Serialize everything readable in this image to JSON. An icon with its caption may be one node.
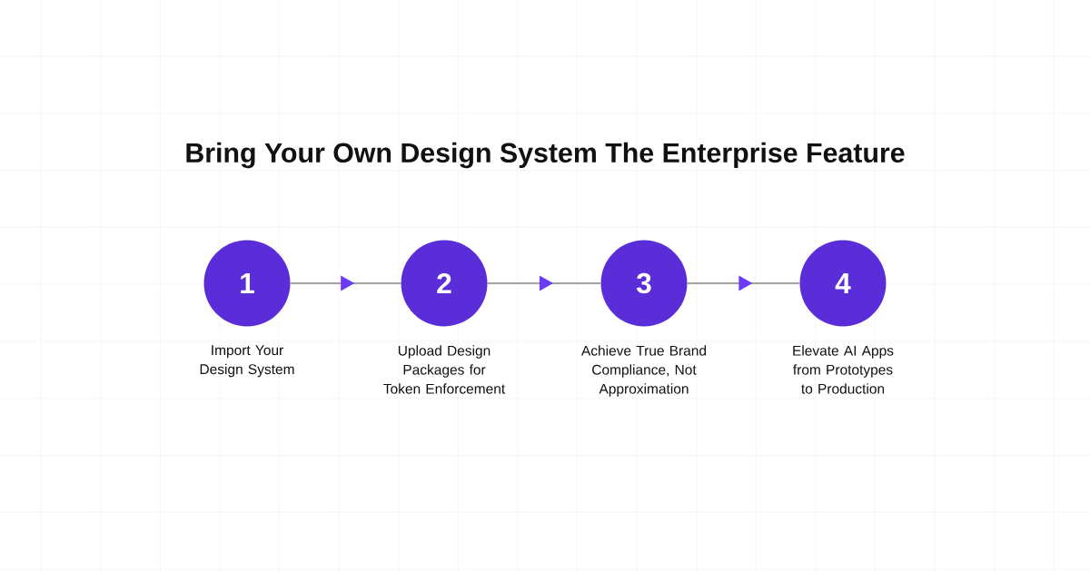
{
  "diagram": {
    "title": "Bring Your Own Design System The Enterprise Feature",
    "nodes": [
      {
        "text": [
          "1"
        ],
        "beside": [
          "Import Your Design System"
        ]
      },
      {
        "text": [
          "2"
        ],
        "beside": [
          "Upload Design Packages for Token Enforcement"
        ]
      },
      {
        "text": [
          "3"
        ],
        "beside": [
          "Achieve True Brand Compliance, Not Approximation"
        ]
      },
      {
        "text": [
          "4"
        ],
        "beside": [
          "Elevate AI Apps from Prototypes to Production"
        ]
      }
    ],
    "edges": [
      {
        "from": 0,
        "to": 1,
        "arrow": "to"
      },
      {
        "from": 1,
        "to": 2,
        "arrow": "to"
      },
      {
        "from": 2,
        "to": 3,
        "arrow": "to"
      }
    ]
  }
}
